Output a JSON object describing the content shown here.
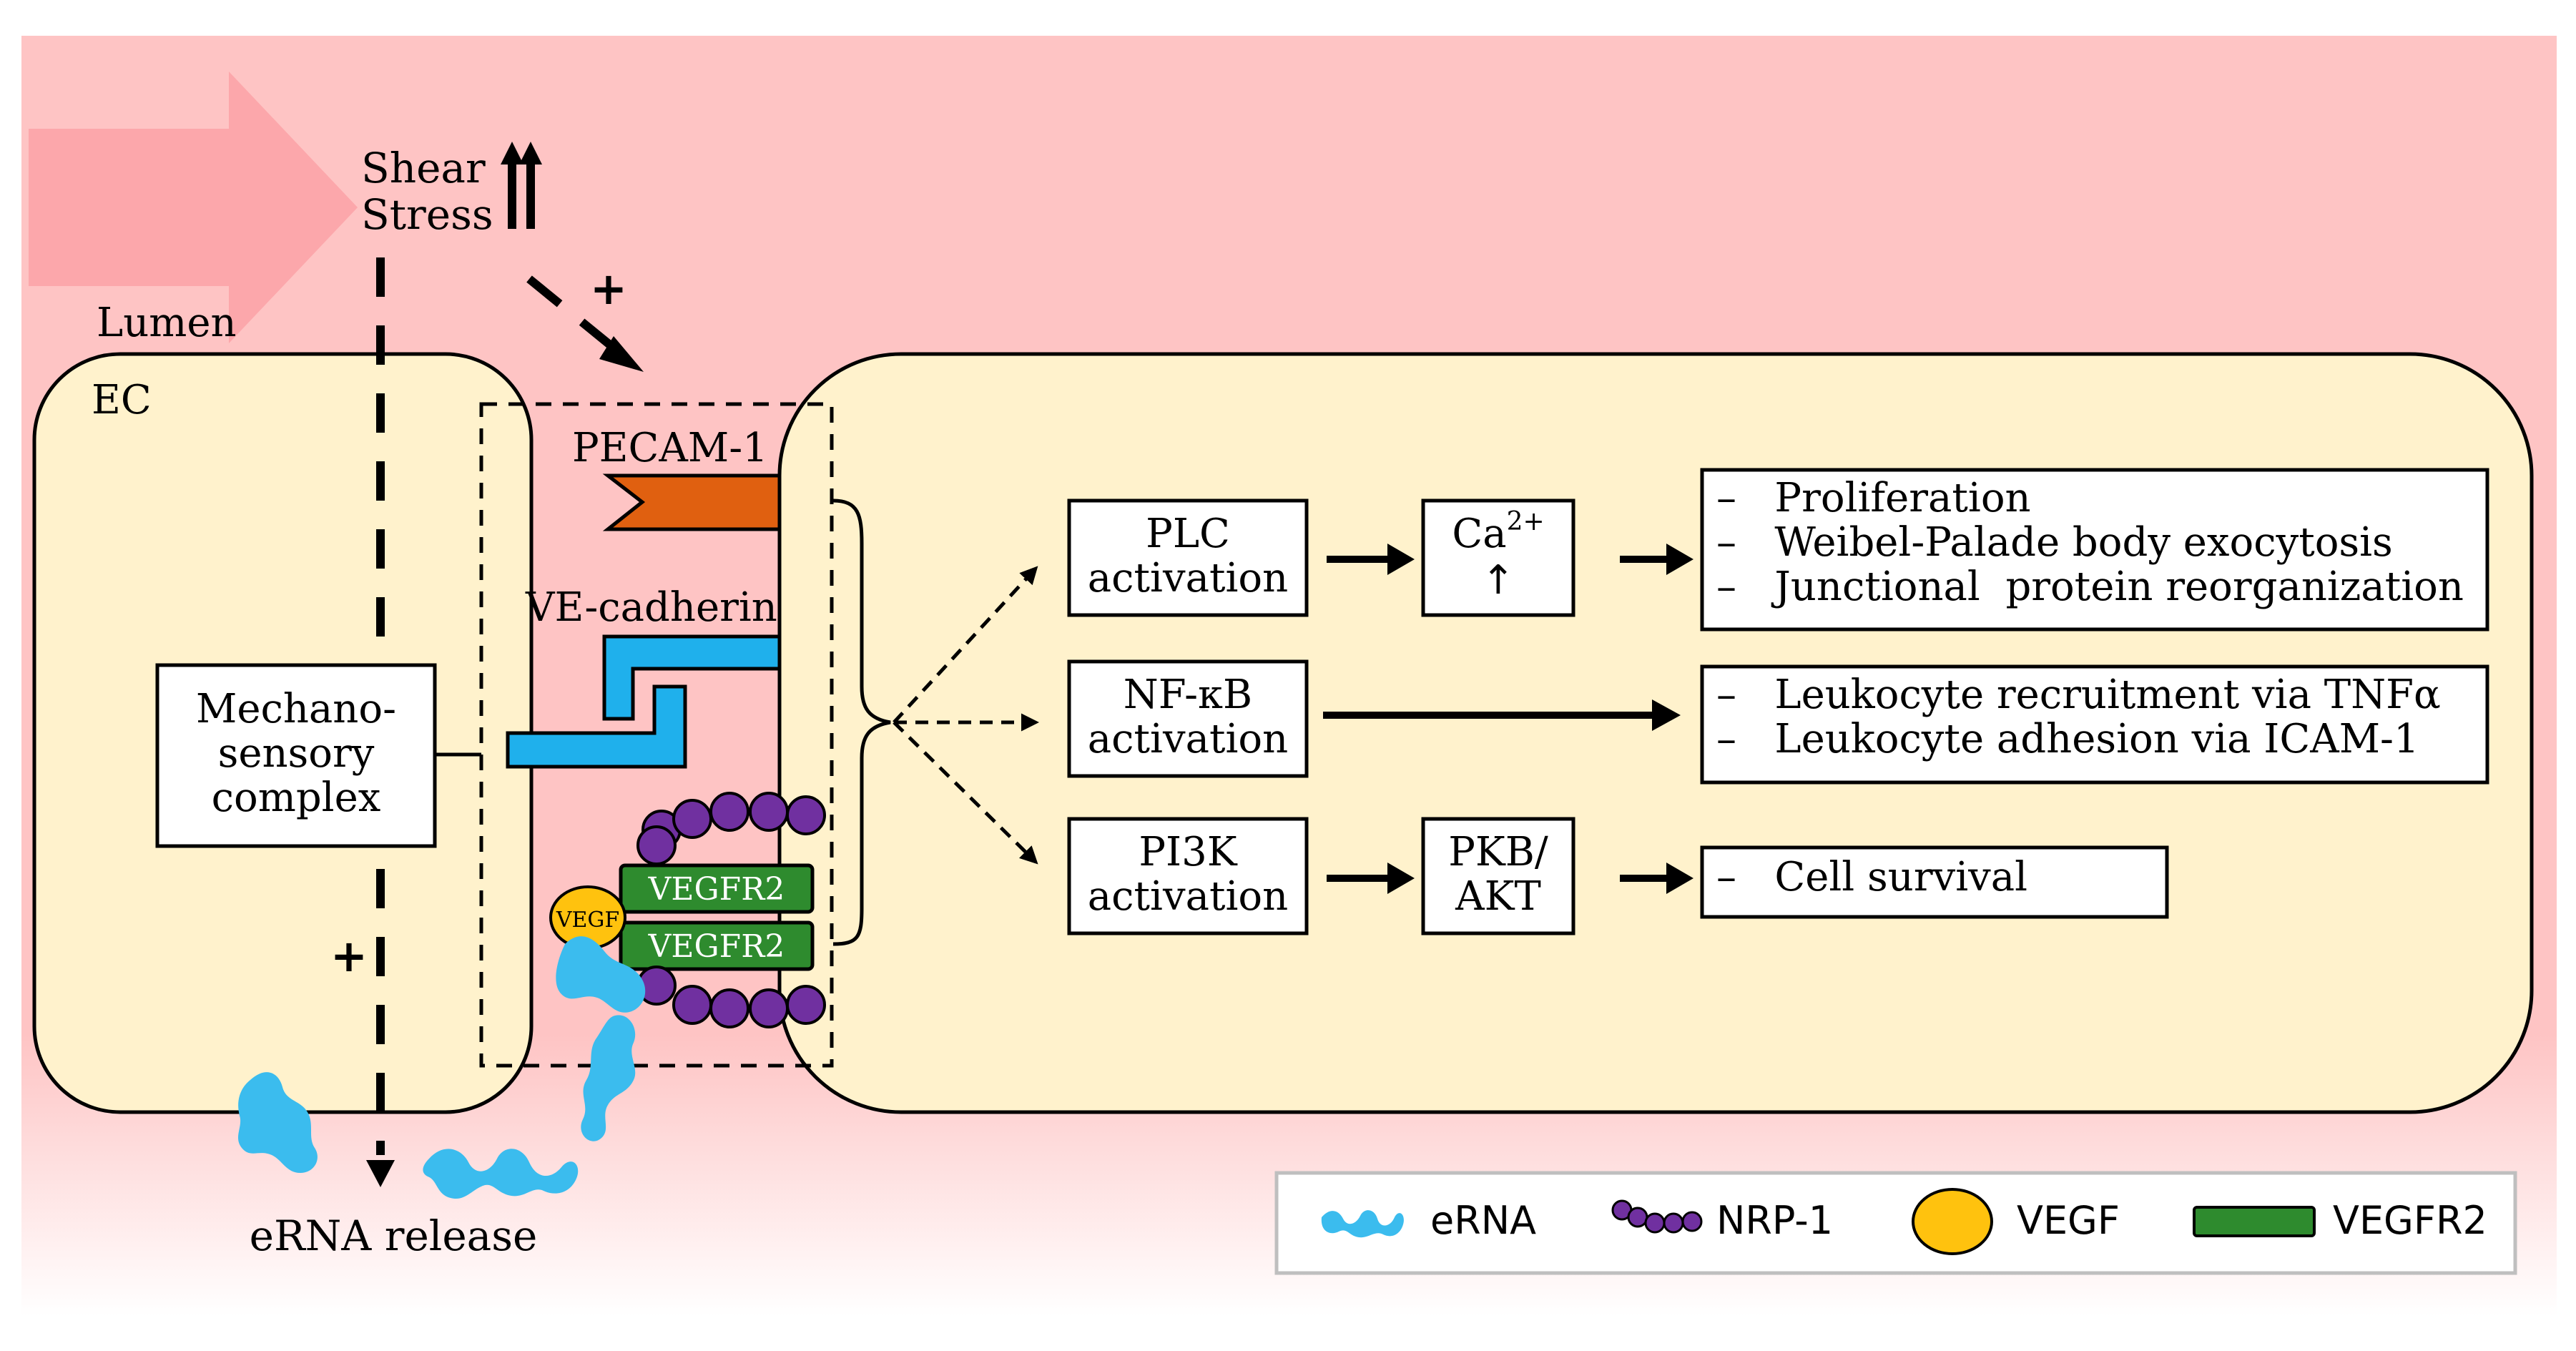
{
  "labels": {
    "shear_line1": "Shear",
    "shear_line2": "Stress",
    "lumen": "Lumen",
    "ec": "EC",
    "pecam": "PECAM-1",
    "vecadherin": "VE-cadherin",
    "mechano_line1": "Mechano-",
    "mechano_line2": "sensory",
    "mechano_line3": "complex",
    "vegfr2_top": "VEGFR2",
    "vegfr2_bottom": "VEGFR2",
    "vegf_ball": "VEGF",
    "erna_release": "eRNA release",
    "plus_top": "+",
    "plus_left": "+"
  },
  "pathways": {
    "plc_line1": "PLC",
    "plc_line2": "activation",
    "ca_base": "Ca",
    "ca_sup": "2+",
    "ca_arrow": "↑",
    "nfkb_line1": "NF-κB",
    "nfkb_line2": "activation",
    "pi3k_line1": "PI3K",
    "pi3k_line2": "activation",
    "pkb_line1": "PKB/",
    "pkb_line2": "AKT"
  },
  "outcomes": {
    "group1": [
      "–   Proliferation",
      "–   Weibel-Palade body exocytosis",
      "–   Junctional  protein reorganization"
    ],
    "group2": [
      "–   Leukocyte recruitment via TNFα",
      "–   Leukocyte adhesion via ICAM-1"
    ],
    "group3": [
      "–   Cell survival"
    ]
  },
  "legend": {
    "erna": "eRNA",
    "nrp1": "NRP-1",
    "vegf": "VEGF",
    "vegfr2": "VEGFR2"
  },
  "colors": {
    "background": "#fec4c4",
    "cell_fill": "#fff2cc",
    "shear_arrow": "#fca4a8",
    "pecam": "#e06010",
    "vecadherin": "#1fb0ec",
    "vegfr2": "#2e8b2e",
    "vegf": "#ffc20e",
    "nrp1": "#7030a0",
    "erna": "#3bbcee"
  }
}
